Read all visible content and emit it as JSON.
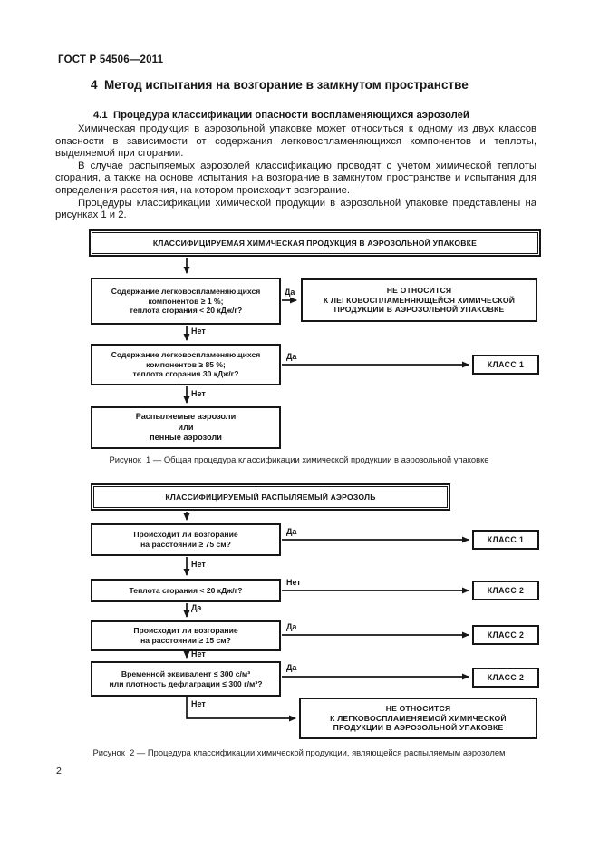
{
  "colors": {
    "ink": "#161616",
    "paper": "#ffffff"
  },
  "page": {
    "header": "ГОСТ Р 54506—2011",
    "page_number": "2"
  },
  "section": {
    "title": "4  Метод испытания на возгорание в замкнутом пространстве",
    "subtitle": "4.1  Процедура классификации опасности воспламеняющихся аэрозолей",
    "paragraphs": [
      "Химическая продукция в аэрозольной упаковке может относиться к одному из двух классов опасности в зависимости от содержания легковоспламеняющихся компонентов и теплоты, выделяемой при сгорании.",
      "В случае распыляемых аэрозолей классификацию проводят с учетом химической теплоты сгорания, а также на основе испытания на возгорание в замкнутом пространстве и испытания для определения расстояния, на котором происходит возгорание.",
      "Процедуры классификации химической продукции в аэрозольной упаковке представлены на рисунках 1 и 2."
    ]
  },
  "figure1": {
    "title_box": "КЛАССИФИЦИРУЕМАЯ ХИМИЧЕСКАЯ ПРОДУКЦИЯ В АЭРОЗОЛЬНОЙ УПАКОВКЕ",
    "q1": "Содержание легковоспламеняющихся\nкомпонентов ≥ 1 %;\nтеплота сгорания < 20 кДж/г?",
    "not_flammable": "НЕ ОТНОСИТСЯ\nК ЛЕГКОВОСПЛАМЕНЯЮЩЕЙСЯ ХИМИЧЕСКОЙ\nПРОДУКЦИИ В АЭРОЗОЛЬНОЙ УПАКОВКЕ",
    "q2": "Содержание легковоспламеняющихся\nкомпонентов ≥ 85 %;\nтеплота сгорания 30 кДж/г?",
    "class1": "КЛАСС 1",
    "result": "Распыляемые аэрозоли\nили\nпенные аэрозоли",
    "yes": "Да",
    "no": "Нет",
    "caption": "Рисунок  1 — Общая процедура классификации химической продукции в аэрозольной упаковке"
  },
  "figure2": {
    "title_box": "КЛАССИФИЦИРУЕМЫЙ РАСПЫЛЯЕМЫЙ АЭРОЗОЛЬ",
    "q1": "Происходит ли возгорание\nна расстоянии ≥ 75 см?",
    "q2": "Теплота сгорания < 20 кДж/г?",
    "q3": "Происходит ли возгорание\nна расстоянии ≥ 15 см?",
    "q4": "Временной эквивалент ≤ 300 с/м³\nили плотность дефлаграции ≤ 300 г/м³?",
    "class1": "КЛАСС 1",
    "class2": "КЛАСС 2",
    "not_flammable": "НЕ ОТНОСИТСЯ\nК ЛЕГКОВОСПЛАМЕНЯЕМОЙ ХИМИЧЕСКОЙ\nПРОДУКЦИИ В АЭРОЗОЛЬНОЙ УПАКОВКЕ",
    "yes": "Да",
    "no": "Нет",
    "caption": "Рисунок  2 — Процедура классификации химической продукции, являющейся распыляемым аэрозолем"
  }
}
